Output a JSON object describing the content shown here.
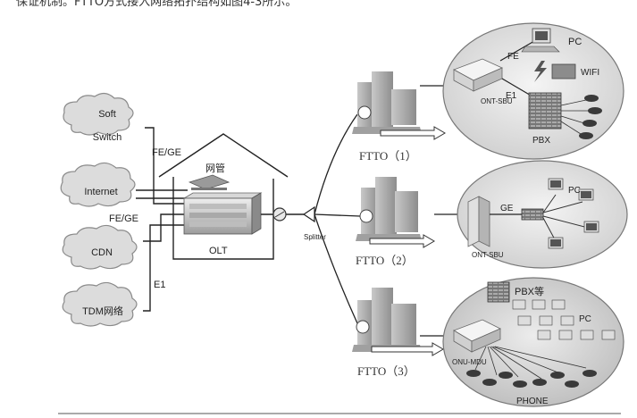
{
  "header_text": "保证机制。FTTO方式接入网络拓扑结构如图4-3所示。",
  "left_clouds": [
    {
      "label": "Soft\nSwitch"
    },
    {
      "label": "Internet"
    },
    {
      "label": "CDN"
    },
    {
      "label": "TDM网络"
    }
  ],
  "link_labels": {
    "fe_ge_top": "FE/GE",
    "fe_ge_mid": "FE/GE",
    "e1": "E1"
  },
  "house": {
    "nms_label": "网管",
    "olt_label": "OLT"
  },
  "splitter_label": "Splitter",
  "ftto_labels": [
    "FTTO（1）",
    "FTTO（2）",
    "FTTO（3）"
  ],
  "right_ellipses": {
    "top": {
      "ont_label": "ONT-SBU",
      "fe": "FE",
      "e1": "E1",
      "pc": "PC",
      "wifi": "WIFI",
      "pbx": "PBX"
    },
    "middle": {
      "ont_label": "ONT-SBU",
      "ge": "GE",
      "pc": "PC"
    },
    "bottom": {
      "pbx": "PBX等",
      "pc": "PC",
      "onu_label": "ONU-MDU",
      "phone": "PHONE"
    }
  }
}
